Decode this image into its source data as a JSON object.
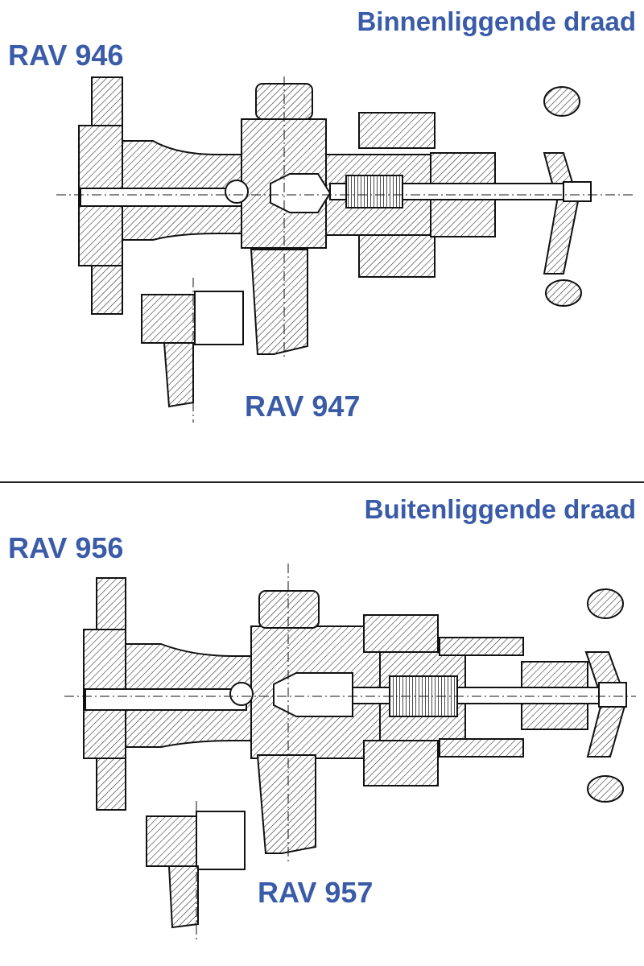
{
  "top": {
    "thread_label": "Binnenliggende draad",
    "model_main": "RAV 946",
    "model_alt": "RAV 947"
  },
  "bottom": {
    "thread_label": "Buitenliggende draad",
    "model_main": "RAV 956",
    "model_alt": "RAV 957"
  },
  "colors": {
    "label": "#3a5ba8",
    "line": "#111111",
    "hatch": "#333333"
  }
}
